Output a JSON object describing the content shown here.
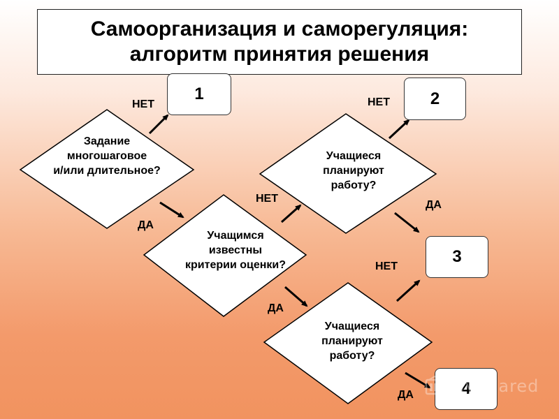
{
  "title": {
    "line1": "Самоорганизация и саморегуляция:",
    "line2": "алгоритм принятия решения"
  },
  "decisions": {
    "d1": {
      "lines": [
        "Задание",
        "многошаговое",
        "и/или длительное?"
      ]
    },
    "d2": {
      "lines": [
        "Учащимся",
        "известны",
        "критерии оценки?"
      ]
    },
    "d3": {
      "lines": [
        "Учащиеся",
        "планируют",
        "работу?"
      ]
    },
    "d4": {
      "lines": [
        "Учащиеся",
        "планируют",
        "работу?"
      ]
    }
  },
  "outcomes": {
    "o1": "1",
    "o2": "2",
    "o3": "3",
    "o4": "4"
  },
  "edge_labels": {
    "d1_no": "НЕТ",
    "d1_yes": "ДА",
    "d2_no": "НЕТ",
    "d2_yes": "ДА",
    "d3_no": "НЕТ",
    "d3_yes": "ДА",
    "d4_no": "НЕТ",
    "d4_yes": "ДА"
  },
  "watermark": {
    "text": "MyShared"
  },
  "colors": {
    "background_top": "#ffffff",
    "background_bottom": "#f1935f",
    "box_fill": "#ffffff",
    "outline": "#000000"
  }
}
